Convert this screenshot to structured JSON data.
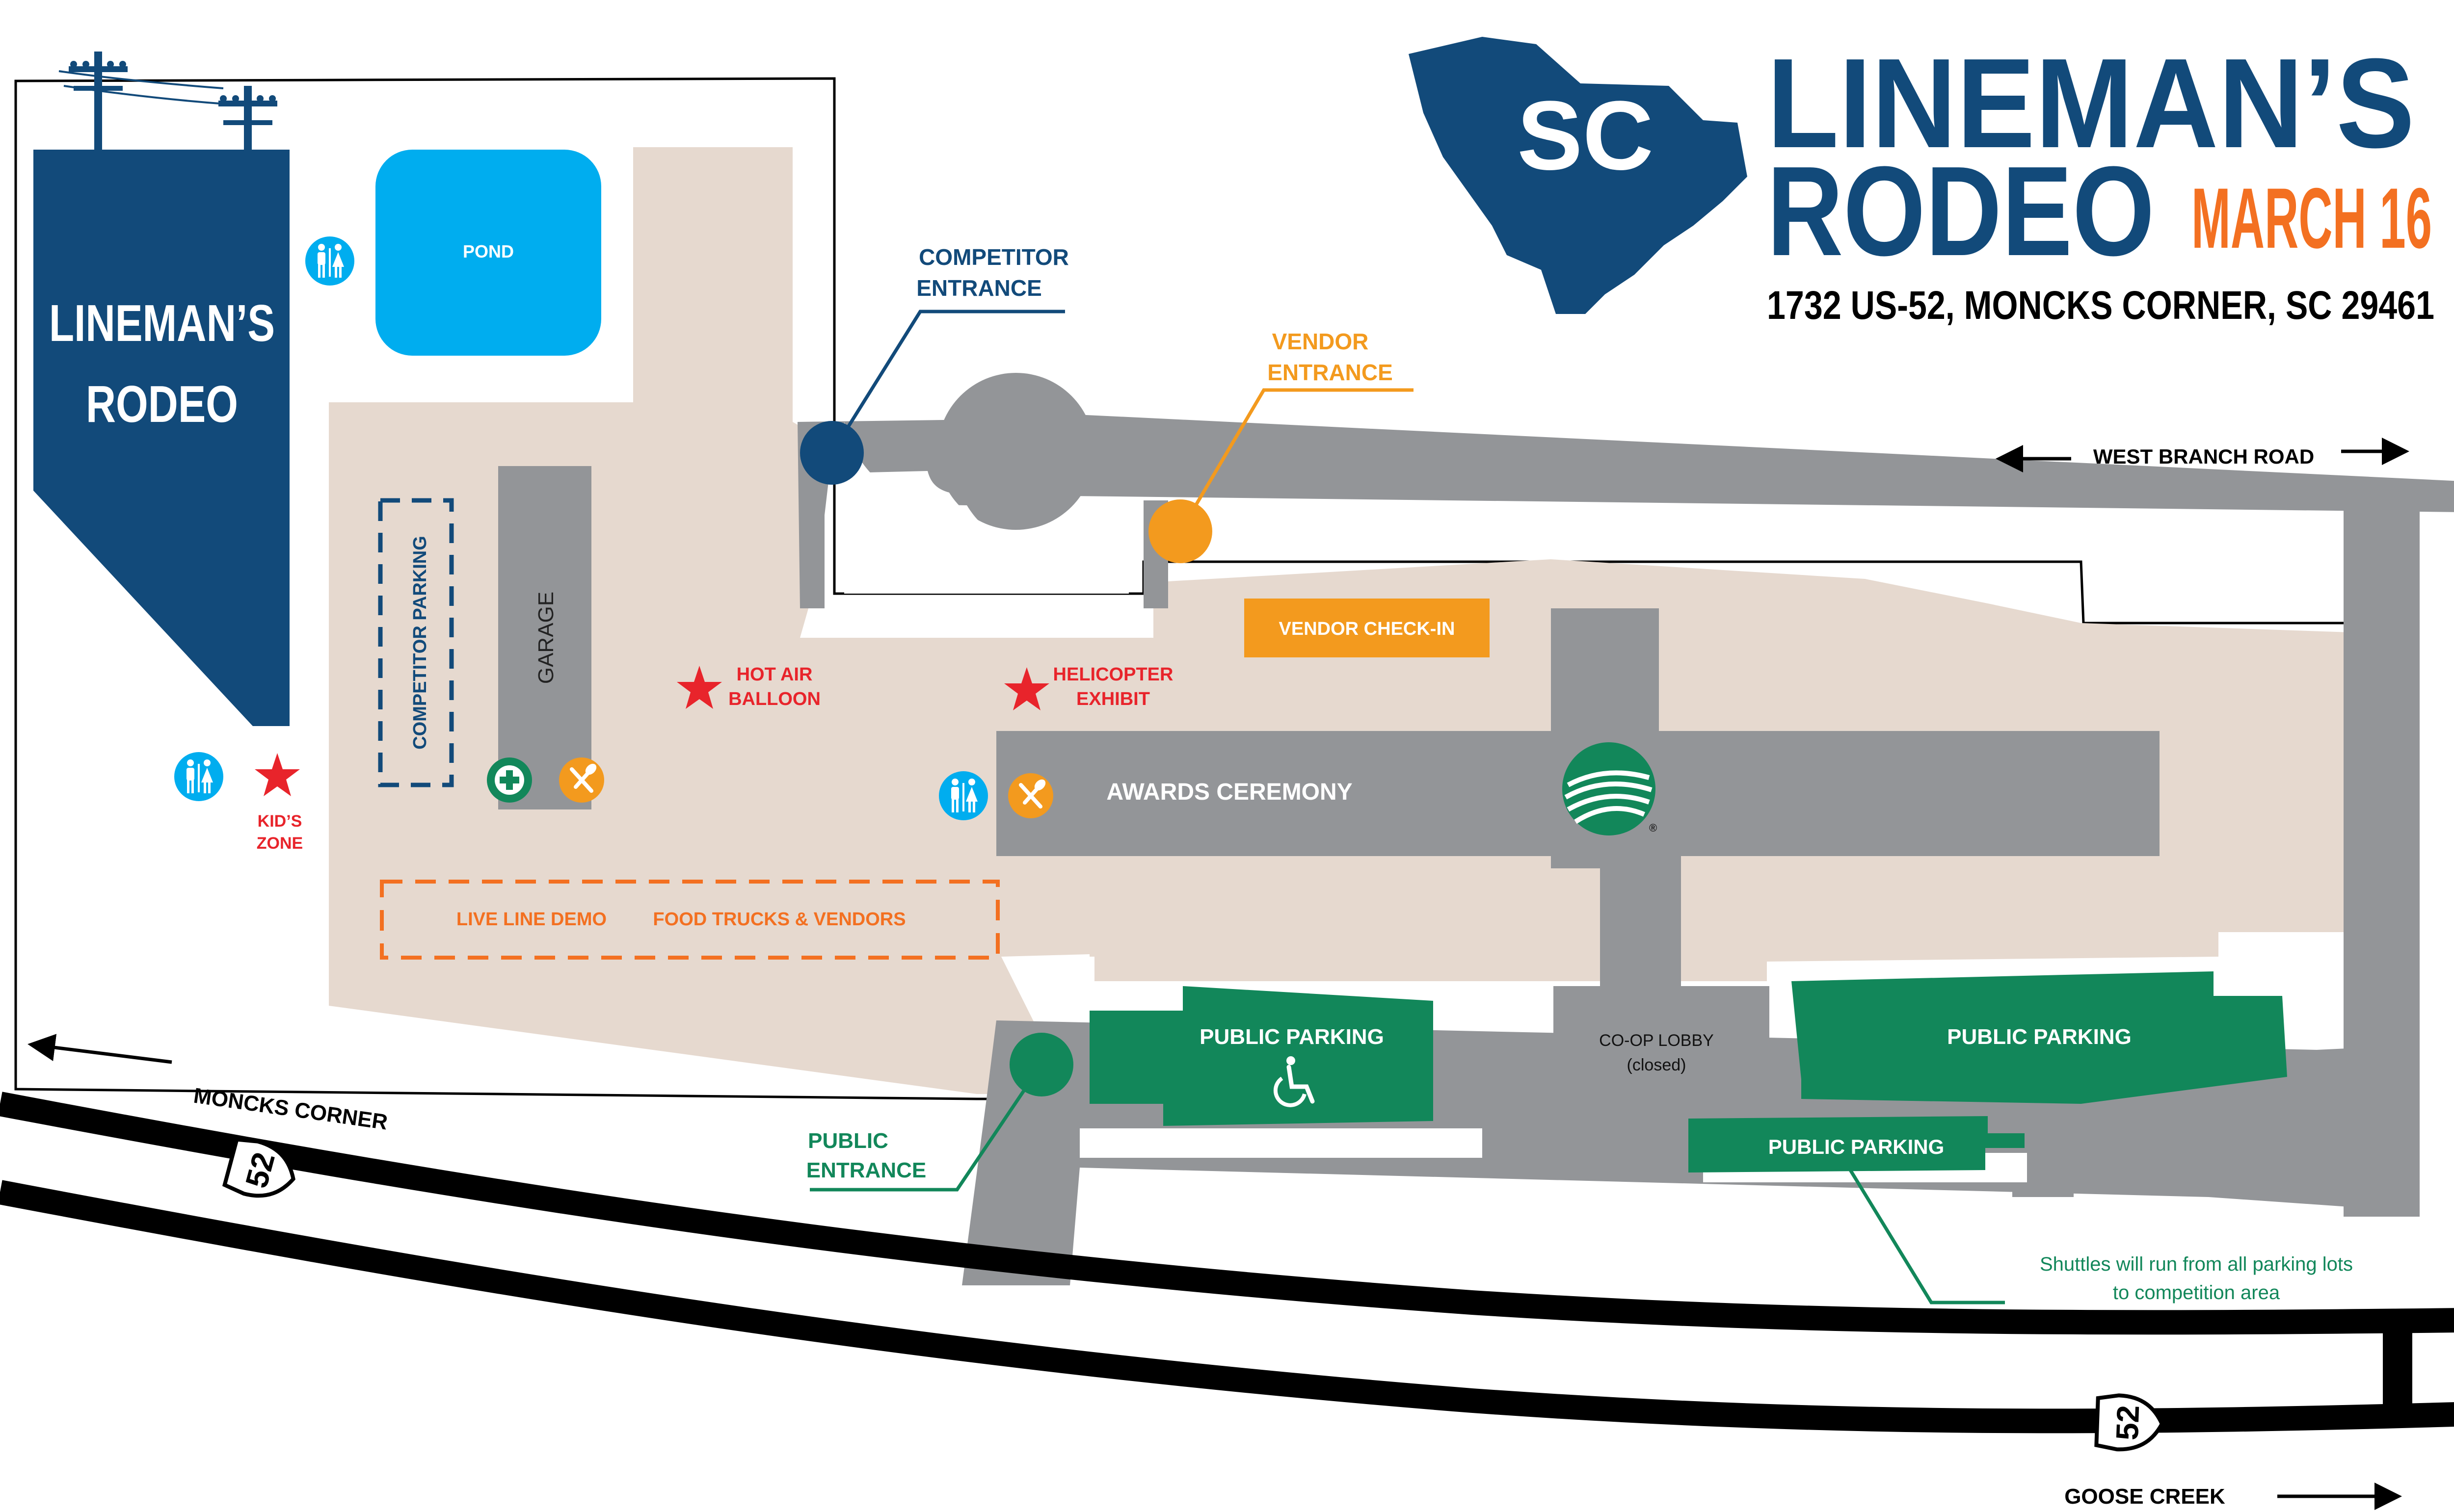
{
  "colors": {
    "navy": "#124a7a",
    "orange": "#f39a1e",
    "dark_orange": "#f37021",
    "green": "#12875a",
    "red": "#e8242b",
    "gray": "#939598",
    "tan": "#e6d9cf",
    "blue": "#00adef",
    "road": "#000000"
  },
  "header": {
    "logo_state_text": "SC",
    "title_line1": "LINEMAN’S",
    "title_line2": "RODEO",
    "date": "MARCH 16",
    "address": "1732 US-52, MONCKS CORNER, SC 29461"
  },
  "banner": {
    "line1": "LINEMAN’S",
    "line2": "RODEO"
  },
  "labels": {
    "pond": "POND",
    "garage": "GARAGE",
    "competitor_parking": "COMPETITOR PARKING",
    "competitor_entrance_1": "COMPETITOR",
    "competitor_entrance_2": "ENTRANCE",
    "vendor_entrance_1": "VENDOR",
    "vendor_entrance_2": "ENTRANCE",
    "vendor_checkin": "VENDOR CHECK-IN",
    "hot_air_1": "HOT AIR",
    "hot_air_2": "BALLOON",
    "heli_1": "HELICOPTER",
    "heli_2": "EXHIBIT",
    "kids_1": "KID’S",
    "kids_2": "ZONE",
    "awards": "AWARDS CEREMONY",
    "live_line": "LIVE LINE DEMO",
    "food_trucks": "FOOD TRUCKS & VENDORS",
    "public_parking_accessible": "PUBLIC PARKING",
    "public_parking_east": "PUBLIC PARKING",
    "public_parking_south": "PUBLIC  PARKING",
    "coop_1": "CO-OP LOBBY",
    "coop_2": "(closed)",
    "public_entrance_1": "PUBLIC",
    "public_entrance_2": "ENTRANCE",
    "west_branch": "WEST BRANCH ROAD",
    "moncks_corner": "MONCKS CORNER",
    "goose_creek": "GOOSE CREEK",
    "shuttle_1": "Shuttles will run from all parking lots",
    "shuttle_2": "to competition area",
    "route_number": "52",
    "registered_mark": "®"
  },
  "icons": {
    "restroom": "restroom-icon",
    "first_aid": "first-aid-icon",
    "food": "fork-knife-icon",
    "star": "star-icon",
    "wheelchair": "wheelchair-icon",
    "utility_pole": "utility-pole-icon",
    "coop_logo": "coop-logo-icon"
  }
}
